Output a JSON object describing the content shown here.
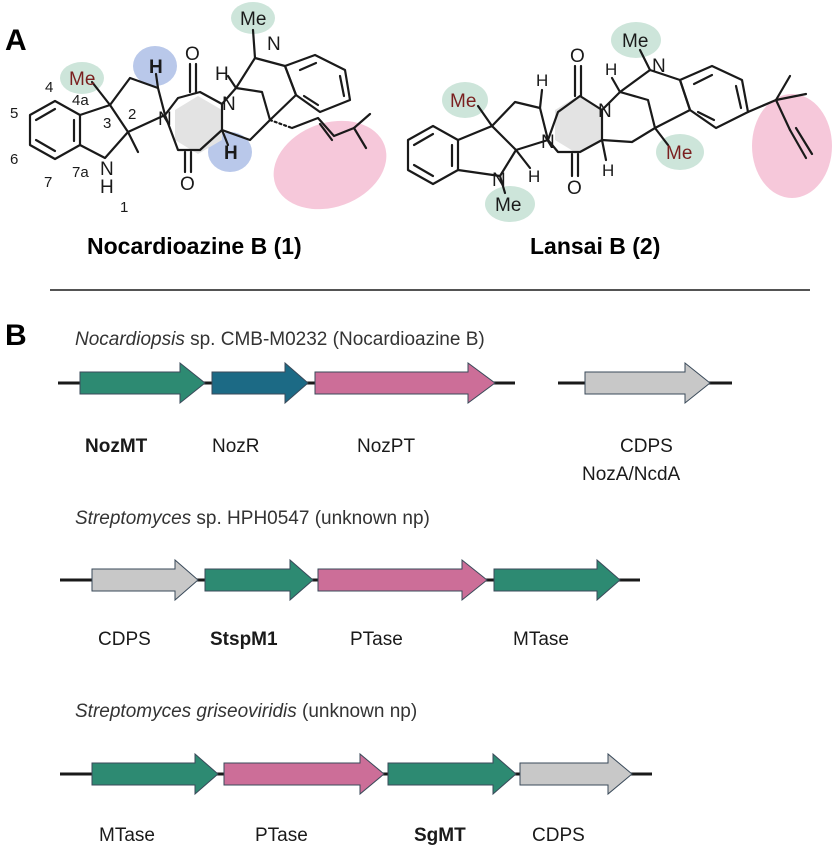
{
  "panel_a": {
    "letter": "A",
    "compound1": {
      "title": "Nocardioazine B (1)",
      "labels": {
        "me_top": "Me",
        "me_n": "Me",
        "h1": "H",
        "h2": "H",
        "h3": "H",
        "o_top": "O",
        "o_bot": "O",
        "n1": "N",
        "n2": "N",
        "n3": "N",
        "nh_n": "N",
        "nh_h": "H",
        "pos_4": "4",
        "pos_4a": "4a",
        "pos_3": "3",
        "pos_2": "2",
        "pos_5": "5",
        "pos_6": "6",
        "pos_7": "7",
        "pos_7a": "7a",
        "pos_1": "1"
      }
    },
    "compound2": {
      "title": "Lansai B (2)",
      "labels": {
        "me_left": "Me",
        "me_n_top": "Me",
        "me_right": "Me",
        "me_n_bot": "Me",
        "o_top": "O",
        "o_bot": "O",
        "n_a": "N",
        "n_b": "N",
        "n_top": "N",
        "n_bot": "N",
        "h_a": "H",
        "h_b": "H",
        "h_c": "H",
        "h_d": "H"
      }
    }
  },
  "panel_b": {
    "letter": "B",
    "clusters": [
      {
        "organism_italic": "Nocardiopsis",
        "organism_rest": " sp. CMB-M0232 (Nocardioazine B)",
        "genes": [
          {
            "label": "NozMT",
            "bold": true,
            "color": "#2d8a72"
          },
          {
            "label": "NozR",
            "bold": false,
            "color": "#1c6a85"
          },
          {
            "label": "NozPT",
            "bold": false,
            "color": "#cc6e98"
          },
          {
            "label": "CDPS",
            "label2": "NozA/NcdA",
            "bold": false,
            "color": "#c8c8c8"
          }
        ]
      },
      {
        "organism_italic": "Streptomyces",
        "organism_rest": " sp. HPH0547  (unknown np)",
        "genes": [
          {
            "label": "CDPS",
            "bold": false,
            "color": "#c8c8c8"
          },
          {
            "label": "StspM1",
            "bold": true,
            "color": "#2d8a72"
          },
          {
            "label": "PTase",
            "bold": false,
            "color": "#cc6e98"
          },
          {
            "label": "MTase",
            "bold": false,
            "color": "#2d8a72"
          }
        ]
      },
      {
        "organism_italic": "Streptomyces griseoviridis",
        "organism_rest": " (unknown np)",
        "genes": [
          {
            "label": "MTase",
            "bold": false,
            "color": "#2d8a72"
          },
          {
            "label": "PTase",
            "bold": false,
            "color": "#cc6e98"
          },
          {
            "label": "SgMT",
            "bold": true,
            "color": "#2d8a72"
          },
          {
            "label": "CDPS",
            "bold": false,
            "color": "#c8c8c8"
          }
        ]
      }
    ]
  }
}
